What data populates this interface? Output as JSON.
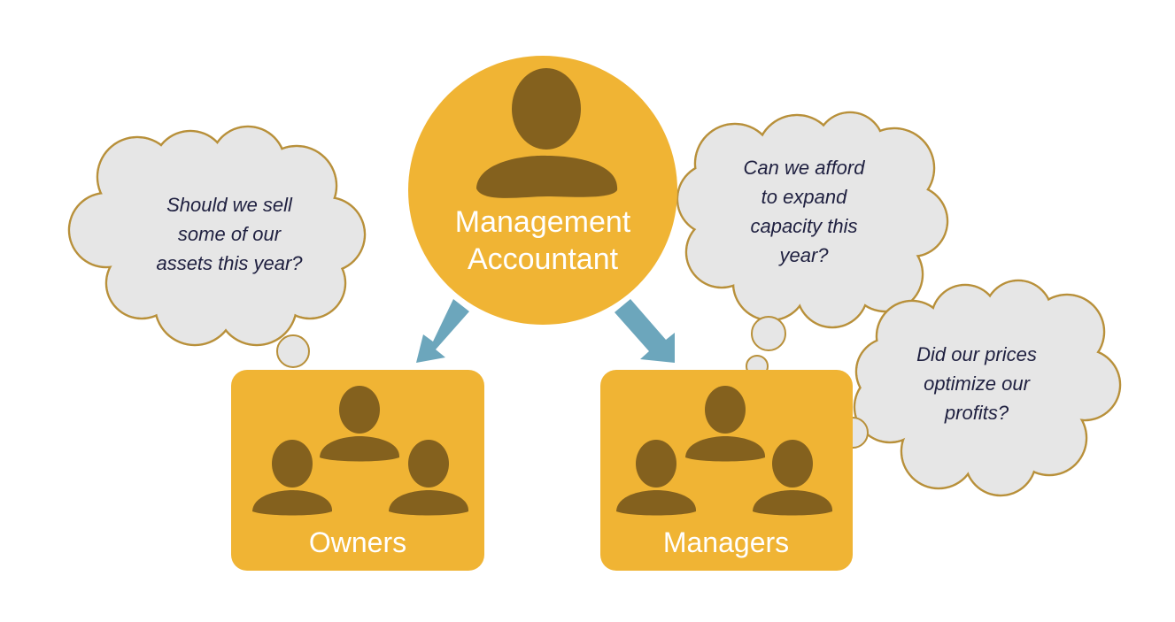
{
  "colors": {
    "gold": "#F0B434",
    "brown": "#84611E",
    "arrow": "#6CA6BC",
    "cloud_fill": "#E6E6E6",
    "cloud_stroke": "#B8903A"
  },
  "center": {
    "title_line1": "Management",
    "title_line2": "Accountant"
  },
  "groups": {
    "owners": "Owners",
    "managers": "Managers"
  },
  "thoughts": {
    "owners": [
      "Should we sell",
      "some of our",
      "assets this year?"
    ],
    "managers_1": [
      "Can we afford",
      "to expand",
      "capacity this",
      "year?"
    ],
    "managers_2": [
      "Did our prices",
      "optimize our",
      "profits?"
    ]
  }
}
